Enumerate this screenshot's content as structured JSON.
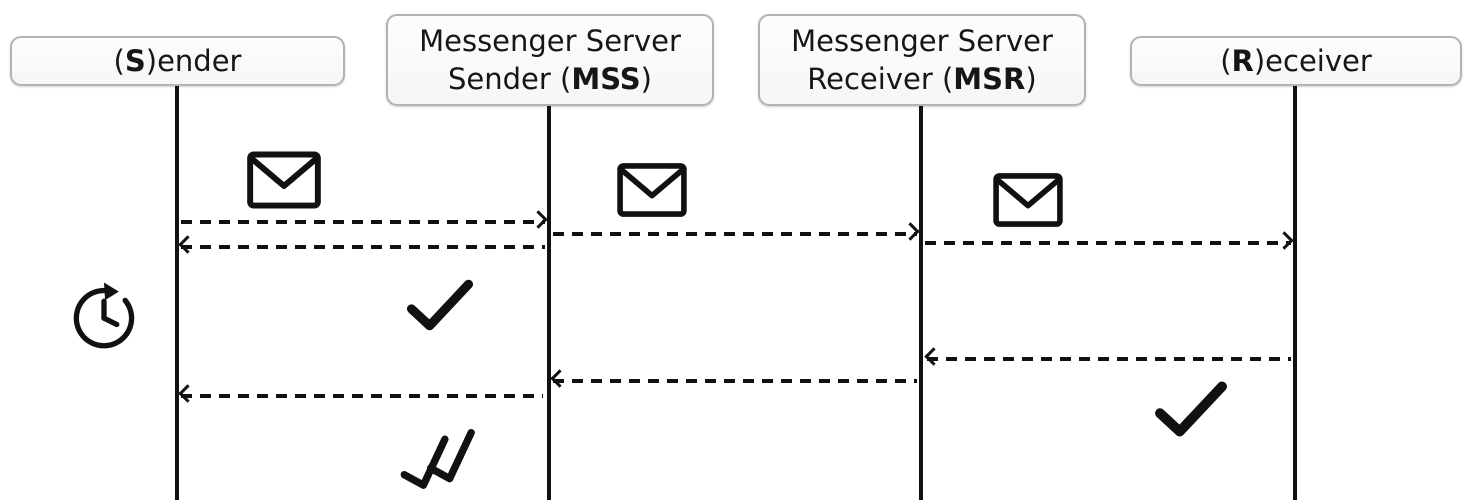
{
  "diagram": {
    "type": "sequence-diagram",
    "actors": [
      {
        "id": "sender",
        "line1_pre": "(",
        "line1_bold": "S",
        "line1_post": ")ender"
      },
      {
        "id": "mss",
        "line1": "Messenger Server",
        "line2_pre": "Sender (",
        "line2_bold": "MSS",
        "line2_post": ")"
      },
      {
        "id": "msr",
        "line1": "Messenger Server",
        "line2_pre": "Receiver (",
        "line2_bold": "MSR",
        "line2_post": ")"
      },
      {
        "id": "receiver",
        "line1_pre": "(",
        "line1_bold": "R",
        "line1_post": ")eceiver"
      }
    ],
    "messages": [
      {
        "from": "sender",
        "to": "mss",
        "style": "dashed",
        "direction": "right",
        "icon": "envelope-icon"
      },
      {
        "from": "mss",
        "to": "msr",
        "style": "dashed",
        "direction": "right",
        "icon": "envelope-icon"
      },
      {
        "from": "msr",
        "to": "receiver",
        "style": "dashed",
        "direction": "right",
        "icon": "envelope-icon"
      },
      {
        "from": "mss",
        "to": "sender",
        "style": "dashed",
        "direction": "left",
        "icon": "single-check-icon"
      },
      {
        "from": "receiver",
        "to": "msr",
        "style": "dashed",
        "direction": "left",
        "icon": "single-check-icon"
      },
      {
        "from": "msr",
        "to": "mss",
        "style": "dashed",
        "direction": "left"
      },
      {
        "from": "mss",
        "to": "sender",
        "style": "dashed",
        "direction": "left",
        "icon": "double-check-icon"
      }
    ],
    "icons": {
      "envelope": "envelope-icon",
      "pending": "pending-clock-icon",
      "check": "single-check-icon",
      "double_check": "double-check-icon"
    },
    "colors": {
      "line": "#111111",
      "box_border": "#b3b3b3",
      "box_bg": "#fafafa",
      "text": "#161616"
    }
  }
}
